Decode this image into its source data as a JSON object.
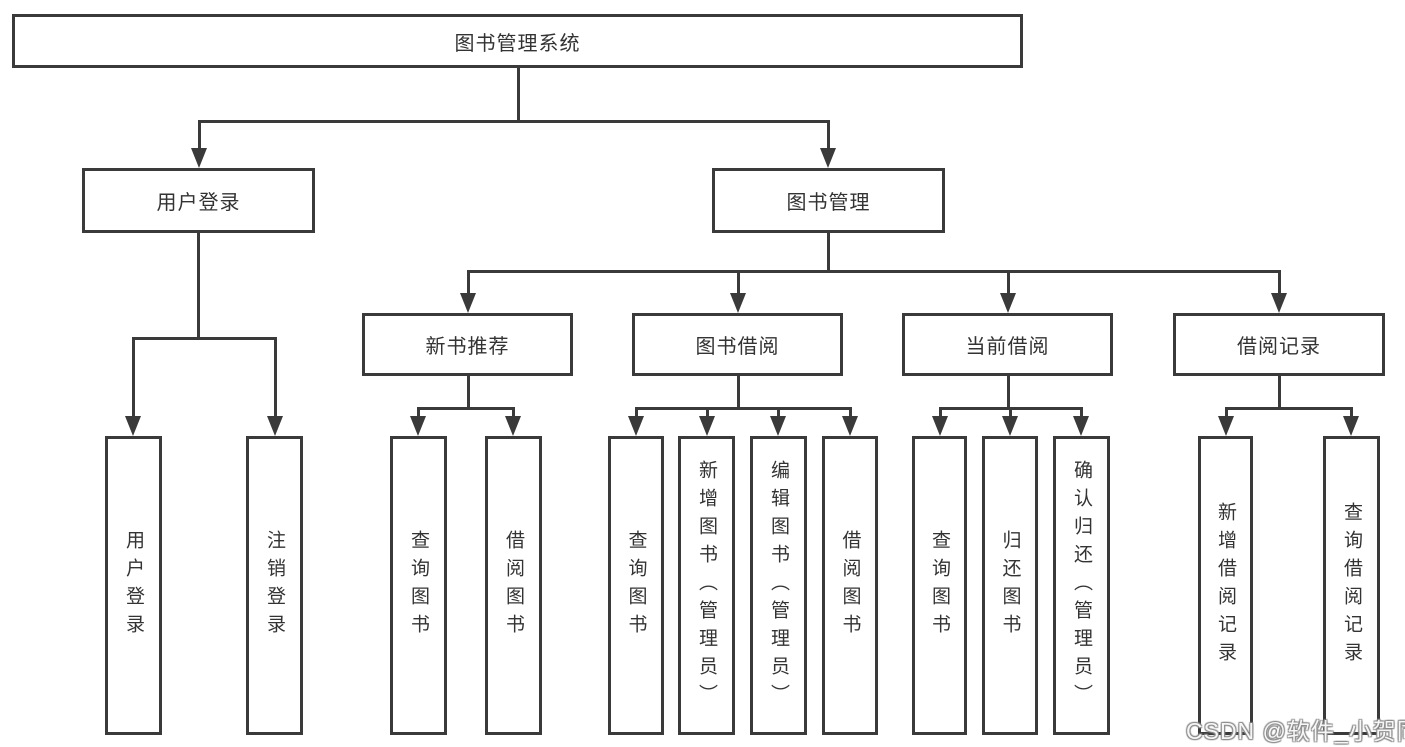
{
  "diagram": {
    "root": {
      "label": "图书管理系统"
    },
    "level2": {
      "user_login": {
        "label": "用户登录"
      },
      "book_mgmt": {
        "label": "图书管理"
      }
    },
    "level3": {
      "new_book_rec": {
        "label": "新书推荐"
      },
      "book_borrow": {
        "label": "图书借阅"
      },
      "current_borrow": {
        "label": "当前借阅"
      },
      "borrow_record": {
        "label": "借阅记录"
      }
    },
    "leaves": {
      "user_login_login": {
        "label": "用户登录"
      },
      "user_login_logout": {
        "label": "注销登录"
      },
      "new_book_query": {
        "label": "查询图书"
      },
      "new_book_borrow": {
        "label": "借阅图书"
      },
      "borrow_query": {
        "label": "查询图书"
      },
      "borrow_add": {
        "label": "新增图书（管理员）"
      },
      "borrow_edit": {
        "label": "编辑图书（管理员）"
      },
      "borrow_borrow": {
        "label": "借阅图书"
      },
      "current_query": {
        "label": "查询图书"
      },
      "current_return": {
        "label": "归还图书"
      },
      "current_confirm": {
        "label": "确认归还（管理员）"
      },
      "record_add": {
        "label": "新增借阅记录"
      },
      "record_query": {
        "label": "查询借阅记录"
      }
    },
    "watermark": "CSDN @软件_小贺同学",
    "colors": {
      "line": "#3a3a3a",
      "text": "#333333",
      "background": "#ffffff",
      "watermark_fill": "#ffffff",
      "watermark_outline": "#8a8a8a"
    }
  }
}
